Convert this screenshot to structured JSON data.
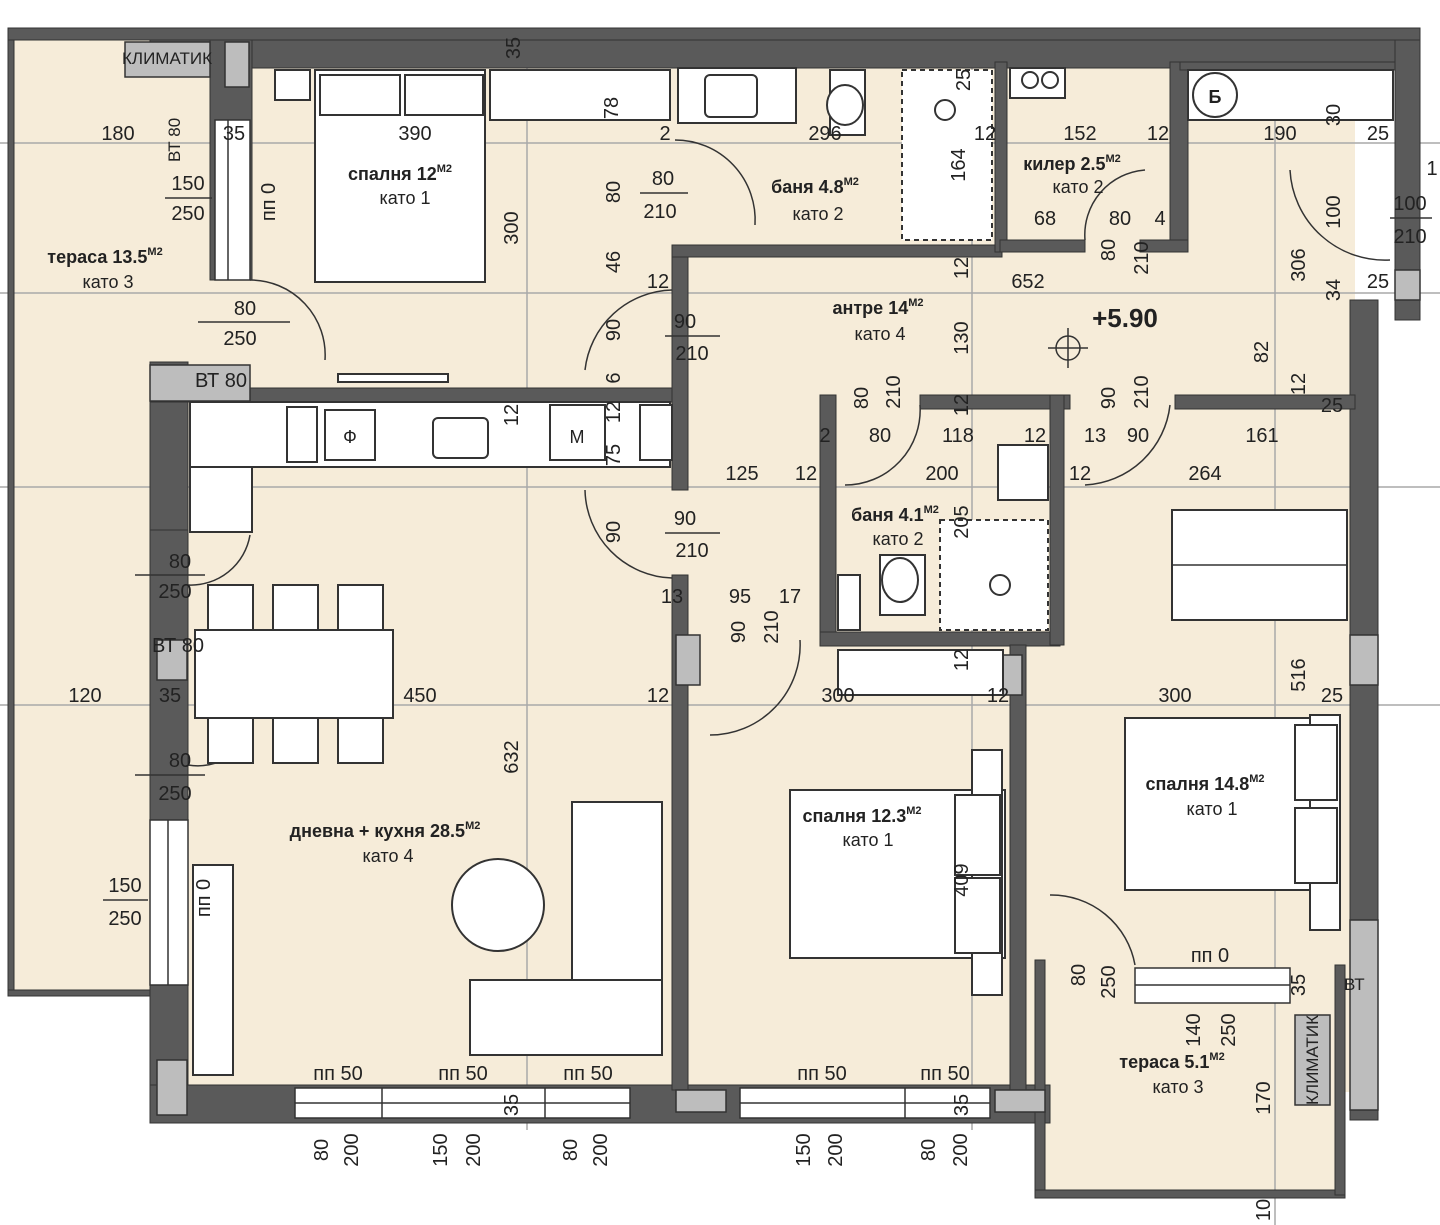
{
  "rooms": {
    "terrace_w": {
      "name": "тераса 13.5",
      "sup": "М2",
      "floor": "като 3"
    },
    "bed12": {
      "name": "спалня 12",
      "sup": "М2",
      "floor": "като 1"
    },
    "bath48": {
      "name": "баня 4.8",
      "sup": "М2",
      "floor": "като 2"
    },
    "storage": {
      "name": "килер 2.5",
      "sup": "М2",
      "floor": "като 2"
    },
    "hall": {
      "name": "антре 14",
      "sup": "М2",
      "floor": "като 4"
    },
    "bath41": {
      "name": "баня 4.1",
      "sup": "М2",
      "floor": "като 2"
    },
    "living": {
      "name": "дневна + кухня 28.5",
      "sup": "М2",
      "floor": "като 4"
    },
    "bed123": {
      "name": "спалня 12.3",
      "sup": "М2",
      "floor": "като 1"
    },
    "bed148": {
      "name": "спалня 14.8",
      "sup": "М2",
      "floor": "като 1"
    },
    "terrace_e": {
      "name": "тераса 5.1",
      "sup": "М2",
      "floor": "като 3"
    }
  },
  "elevation": "+5.90",
  "labels": {
    "klimatik": "КЛИМАТИК",
    "boiler": "Б",
    "fridge": "Ф",
    "micro": "М",
    "bt80": "ВТ 80",
    "bt": "ВТ"
  },
  "dims": {
    "d180": "180",
    "d35a": "35",
    "d390": "390",
    "d2": "2",
    "d296": "296",
    "d12a": "12",
    "d152": "152",
    "d12b": "12",
    "d190": "190",
    "d25a": "25",
    "d1": "1",
    "d150a": "150",
    "d250a": "250",
    "ppo_a": "пп 0",
    "d80a": "80",
    "d210a": "210",
    "d80b": "80",
    "d300a": "300",
    "d68": "68",
    "d80c": "80",
    "d4": "4",
    "d164": "164",
    "d25b": "25",
    "d35top": "35",
    "d78": "78",
    "d100": "100",
    "d210b": "210",
    "d30": "30",
    "d80d": "80",
    "d250b": "250",
    "d46": "46",
    "d12c": "12",
    "d652": "652",
    "d12d": "12",
    "d306": "306",
    "d25c": "25",
    "d34": "34",
    "d90a": "90",
    "d210c": "210",
    "d90b": "90",
    "d130": "130",
    "d80e": "80",
    "d210d": "210",
    "d90c": "90",
    "d210e": "210",
    "d82": "82",
    "d12e": "12",
    "d6": "6",
    "d12f": "12",
    "d75": "75",
    "d12g": "12",
    "d2b": "2",
    "d80f": "80",
    "d118": "118",
    "d12h": "12",
    "d13": "13",
    "d90d": "90",
    "d161": "161",
    "d25d": "25",
    "d125": "125",
    "d12i": "12",
    "d200": "200",
    "d12j": "12",
    "d264": "264",
    "d205": "205",
    "d80g": "80",
    "d250c": "250",
    "d90e": "90",
    "d210f": "210",
    "d90f": "90",
    "d13b": "13",
    "d95": "95",
    "d17": "17",
    "d90g": "90",
    "d210g": "210",
    "d120": "120",
    "d35b": "35",
    "d450": "450",
    "d12k": "12",
    "d300b": "300",
    "d12l": "12",
    "d300c": "300",
    "d12m": "12",
    "d516": "516",
    "d25e": "25",
    "d80h": "80",
    "d250d": "250",
    "d632": "632",
    "d409": "409",
    "d150b": "150",
    "d250e": "250",
    "ppo_b": "пп 0",
    "d80i": "80",
    "d250f": "250",
    "ppo_c": "пп 0",
    "d35c": "35",
    "d140": "140",
    "d250g": "250",
    "d170": "170",
    "pp50a": "пп 50",
    "pp50b": "пп 50",
    "pp50c": "пп 50",
    "pp50d": "пп 50",
    "pp50e": "пп 50",
    "d35d": "35",
    "d35e": "35",
    "b80a": "80",
    "b200a": "200",
    "b150a": "150",
    "b200b": "200",
    "b80b": "80",
    "b200c": "200",
    "b150b": "150",
    "b200d": "200",
    "b80c": "80",
    "b200e": "200",
    "d10": "10"
  }
}
